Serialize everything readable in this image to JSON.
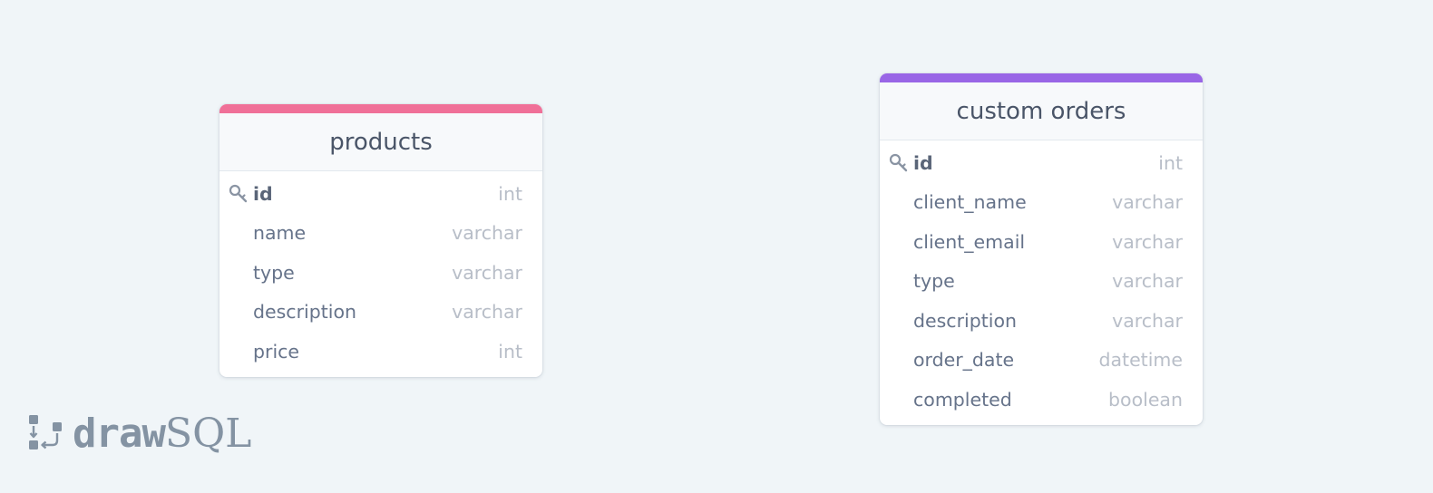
{
  "colors": {
    "background": "#f0f5f8",
    "products_accent": "#f07098",
    "custom_orders_accent": "#9966e6"
  },
  "tables": {
    "products": {
      "name": "products",
      "columns": [
        {
          "name": "id",
          "type": "int",
          "primary_key": true,
          "icon": "key-icon"
        },
        {
          "name": "name",
          "type": "varchar"
        },
        {
          "name": "type",
          "type": "varchar"
        },
        {
          "name": "description",
          "type": "varchar"
        },
        {
          "name": "price",
          "type": "int"
        }
      ]
    },
    "custom_orders": {
      "name": "custom orders",
      "columns": [
        {
          "name": "id",
          "type": "int",
          "primary_key": true,
          "icon": "key-icon"
        },
        {
          "name": "client_name",
          "type": "varchar"
        },
        {
          "name": "client_email",
          "type": "varchar"
        },
        {
          "name": "type",
          "type": "varchar"
        },
        {
          "name": "description",
          "type": "varchar"
        },
        {
          "name": "order_date",
          "type": "datetime"
        },
        {
          "name": "completed",
          "type": "boolean"
        }
      ]
    }
  },
  "logo": {
    "strong": "draw",
    "light": "SQL",
    "icon": "drawsql-logo-icon"
  }
}
